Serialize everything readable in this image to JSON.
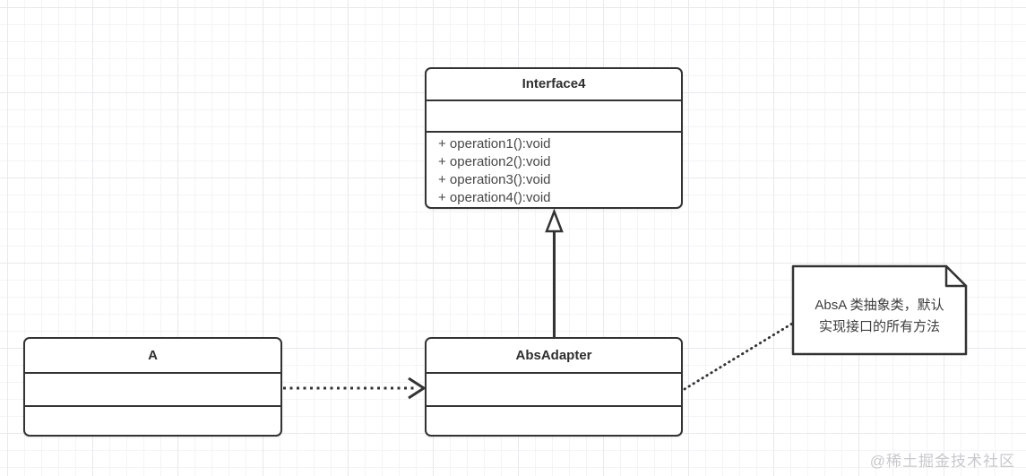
{
  "classes": [
    {
      "name": "Interface4",
      "attributes": [],
      "operations": [
        "+ operation1():void",
        "+ operation2():void",
        "+ operation3():void",
        "+ operation4():void"
      ]
    },
    {
      "name": "A",
      "attributes": [],
      "operations": []
    },
    {
      "name": "AbsAdapter",
      "attributes": [],
      "operations": []
    }
  ],
  "note": {
    "lines": [
      "AbsA 类抽象类，默认",
      "实现接口的所有方法"
    ]
  },
  "connectors": [
    {
      "type": "realization",
      "from": "AbsAdapter",
      "to": "Interface4",
      "line": "solid",
      "arrowhead": "hollow-triangle"
    },
    {
      "type": "dependency",
      "from": "A",
      "to": "AbsAdapter",
      "line": "dotted",
      "arrowhead": "open"
    },
    {
      "type": "note-anchor",
      "from": "AbsAdapter",
      "to": "note",
      "line": "dotted",
      "arrowhead": "none"
    }
  ],
  "watermark": "@稀土掘金技术社区",
  "colors": {
    "stroke": "#333333",
    "text": "#3a3a3a",
    "grid_minor": "#f4f4f7",
    "grid_major": "#e9e9ee",
    "watermark": "#c9c9cd"
  }
}
